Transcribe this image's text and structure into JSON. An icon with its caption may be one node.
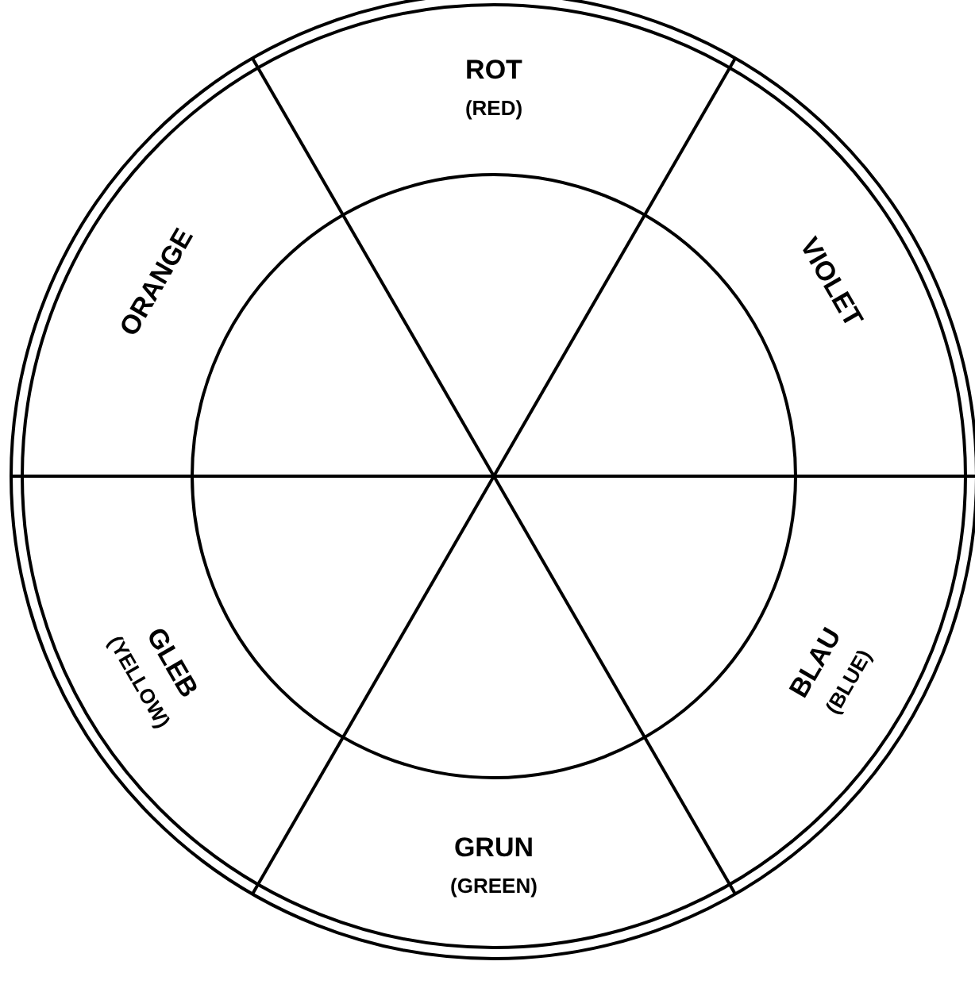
{
  "diagram": {
    "nodes": [
      {
        "text": [
          "ROT",
          "(RED)"
        ]
      },
      {
        "text": [
          "ORANGE"
        ]
      },
      {
        "text": [
          "VIOLET"
        ]
      },
      {
        "text": [
          "GLEB",
          "(YELLOW)"
        ]
      },
      {
        "text": [
          "BLAU",
          "(BLUE)"
        ]
      },
      {
        "text": [
          "GRUN",
          "(GREEN)"
        ]
      }
    ]
  }
}
